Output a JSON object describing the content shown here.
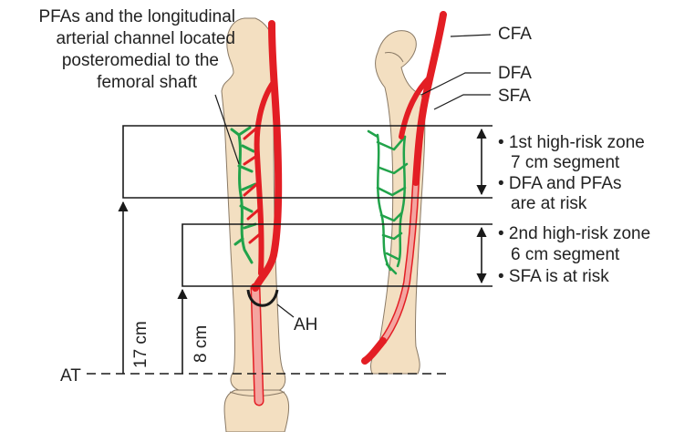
{
  "annotation": {
    "lines": [
      "PFAs and the longitudinal",
      "arterial channel located",
      "posteromedial to the",
      "femoral shaft"
    ]
  },
  "vessels": {
    "cfa": "CFA",
    "dfa": "DFA",
    "sfa": "SFA"
  },
  "zone1": {
    "lines": [
      "• 1st high-risk zone",
      "7 cm segment",
      "• DFA and PFAs",
      "are at risk"
    ]
  },
  "zone2": {
    "lines": [
      "• 2nd high-risk zone",
      "6 cm segment",
      "• SFA is at risk"
    ]
  },
  "measures": {
    "height_17": "17 cm",
    "height_8": "8 cm",
    "ah": "AH",
    "at": "AT"
  },
  "colors": {
    "bone": "#f3dfc1",
    "bone_outline": "#8a7a66",
    "artery": "#e31e24",
    "artery_light": "#f4a5a0",
    "collateral": "#21a34a",
    "line": "#1a1a1a"
  }
}
